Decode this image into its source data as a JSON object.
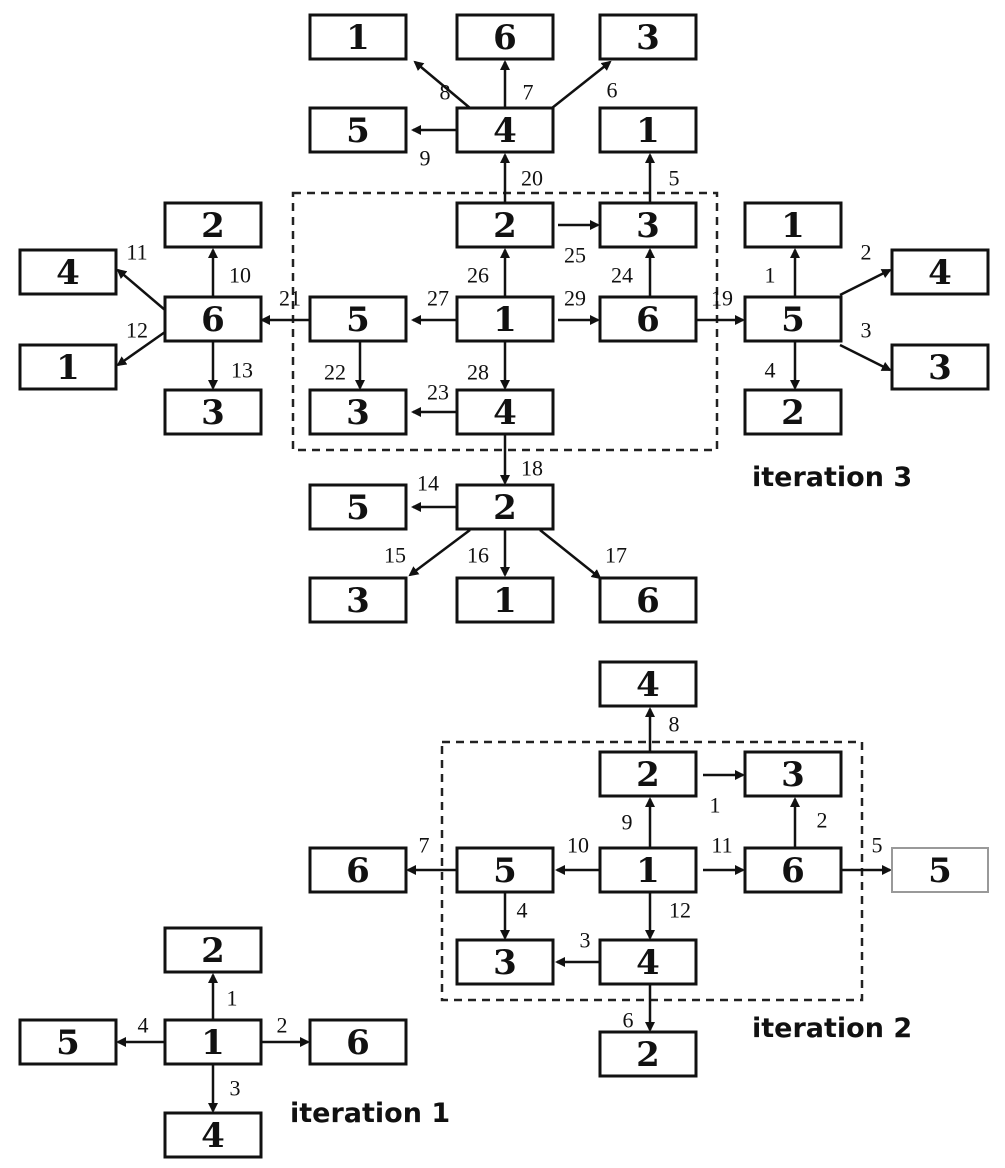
{
  "iterations": [
    {
      "title": "iteration 3",
      "nodes": [
        "1",
        "6",
        "3",
        "5",
        "4",
        "1",
        "2",
        "2",
        "3",
        "1",
        "4",
        "4",
        "6",
        "5",
        "1",
        "6",
        "5",
        "1",
        "3",
        "3",
        "3",
        "4",
        "2",
        "5",
        "2",
        "3",
        "1",
        "6"
      ],
      "edges": [
        "8",
        "7",
        "6",
        "9",
        "20",
        "5",
        "25",
        "26",
        "24",
        "27",
        "29",
        "21",
        "19",
        "28",
        "22",
        "23",
        "18",
        "10",
        "11",
        "12",
        "13",
        "1",
        "2",
        "3",
        "4",
        "14",
        "15",
        "16",
        "17"
      ]
    },
    {
      "title": "iteration 2",
      "nodes": [
        "4",
        "2",
        "3",
        "6",
        "5",
        "1",
        "6",
        "5",
        "3",
        "4",
        "2"
      ],
      "edges": [
        "8",
        "1",
        "9",
        "2",
        "10",
        "11",
        "7",
        "5",
        "4",
        "12",
        "3",
        "6"
      ]
    },
    {
      "title": "iteration 1",
      "nodes": [
        "2",
        "5",
        "1",
        "6",
        "4"
      ],
      "edges": [
        "1",
        "4",
        "2",
        "3"
      ]
    }
  ]
}
